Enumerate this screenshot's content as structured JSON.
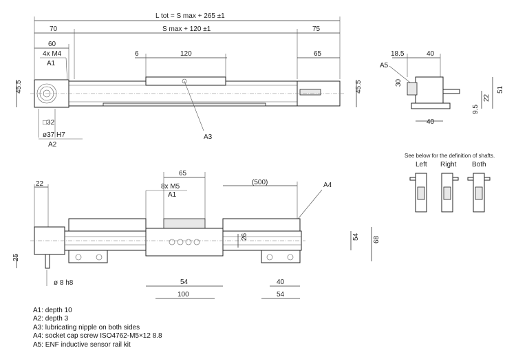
{
  "top_view": {
    "l_tot": "L tot = S max + 265 ±1",
    "d70": "70",
    "s_max": "S max + 120 ±1",
    "d75": "75",
    "d60": "60",
    "m4": "4x M4",
    "a1": "A1",
    "d6": "6",
    "d120": "120",
    "d65": "65",
    "h45_5_left": "45.5",
    "h45_5_right": "45.5",
    "sq32": "□32",
    "dia37": "ø37 H7",
    "a2": "A2",
    "a3": "A3"
  },
  "side_view": {
    "d18_5": "18.5",
    "d40_top": "40",
    "a5": "A5",
    "d30": "30",
    "d22": "22",
    "d51": "51",
    "d9_5": "9.5",
    "d40_bottom": "40"
  },
  "shafts": {
    "note": "See below for the definition of shafts.",
    "left": "Left",
    "right": "Right",
    "both": "Both"
  },
  "bottom_view": {
    "d22": "22",
    "d65": "65",
    "m5": "8x M5",
    "a1": "A1",
    "d500": "(500)",
    "a4": "A4",
    "d26": "26",
    "d54_right": "54",
    "d68": "68",
    "d25": "25",
    "dia8": "ø 8 h8",
    "d54_mid": "54",
    "d40": "40",
    "d100": "100",
    "d54_bottom": "54"
  },
  "notes": [
    "A1: depth 10",
    "A2: depth 3",
    "A3: lubricating nipple on both sides",
    "A4: socket cap screw ISO4762-M5×12 8.8",
    "A5: ENF inductive sensor rail kit"
  ]
}
